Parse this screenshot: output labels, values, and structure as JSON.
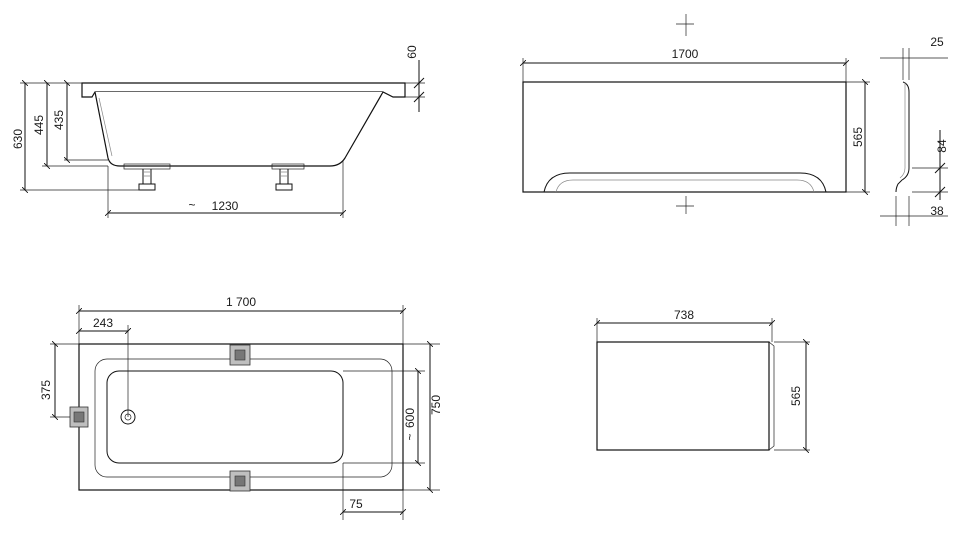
{
  "side_view": {
    "rim_height": "60",
    "total_height": "630",
    "height_445": "445",
    "height_435": "435",
    "approx_symbol": "~",
    "bottom_length": "1230"
  },
  "front_panel": {
    "width": "1700",
    "height": "565"
  },
  "panel_profile": {
    "top_depth": "25",
    "foot_height": "84",
    "foot_depth": "38"
  },
  "top_view": {
    "length": "1 700",
    "offset_243": "243",
    "offset_375": "375",
    "width": "750",
    "approx_symbol": "~",
    "inner_width": "600",
    "offset_75": "75"
  },
  "end_panel": {
    "width": "738",
    "height": "565"
  }
}
